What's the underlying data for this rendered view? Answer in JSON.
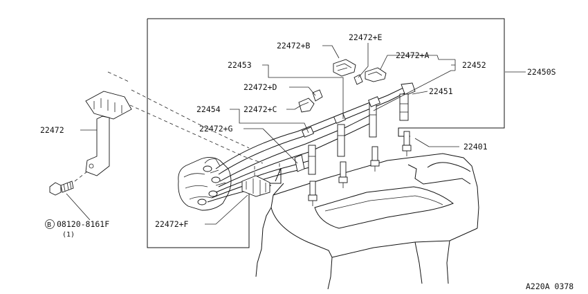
{
  "labels": {
    "assembly": "22450S",
    "cord_1": "22451",
    "cord_2": "22452",
    "cord_3": "22453",
    "cord_4": "22454",
    "clamp_a": "22472+A",
    "clamp_b": "22472+B",
    "clamp_c": "22472+C",
    "clamp_d": "22472+D",
    "clamp_e": "22472+E",
    "clamp_f": "22472+F",
    "clamp_g": "22472+G",
    "bracket": "22472",
    "spark_plug": "22401",
    "bolt_symbol": "B",
    "bolt": "08120-8161F",
    "bolt_qty": "(1)"
  },
  "diagram_code": "A220A 0378"
}
